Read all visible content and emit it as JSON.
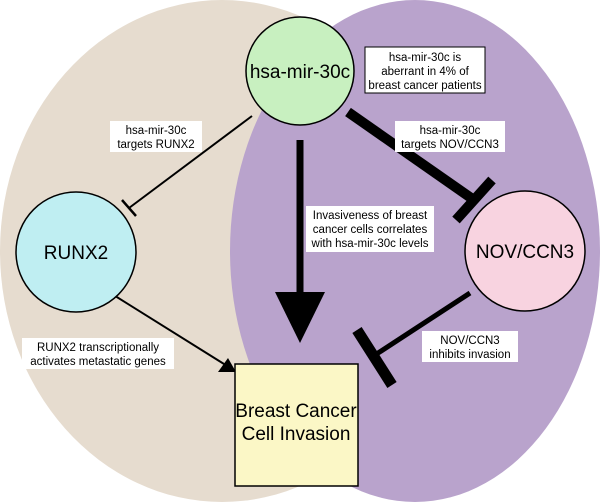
{
  "nodes": {
    "mir": {
      "label": "hsa-mir-30c"
    },
    "runx2": {
      "label": "RUNX2"
    },
    "nov": {
      "label": "NOV/CCN3"
    },
    "invasion": {
      "label_line1": "Breast Cancer",
      "label_line2": "Cell Invasion"
    }
  },
  "annotations": {
    "aberrant": {
      "line1": "hsa-mir-30c is",
      "line2": "aberrant in 4% of",
      "line3": "breast cancer patients"
    },
    "targets_runx2": {
      "line1": "hsa-mir-30c",
      "line2": "targets RUNX2"
    },
    "targets_nov": {
      "line1": "hsa-mir-30c",
      "line2": "targets NOV/CCN3"
    },
    "invasiveness": {
      "line1": "Invasiveness of breast",
      "line2": "cancer cells correlates",
      "line3": "with hsa-mir-30c levels"
    },
    "runx2_activates": {
      "line1": "RUNX2 transcriptionally",
      "line2": "activates metastatic genes"
    },
    "nov_inhibits": {
      "line1": "NOV/CCN3",
      "line2": "inhibits invasion"
    }
  },
  "colors": {
    "left_ellipse": "#e6dccf",
    "right_ellipse": "#b9a3cc",
    "mir_node": "#c8f0c0",
    "runx2_node": "#bfeef2",
    "nov_node": "#f8d3e0",
    "invasion_box": "#fbf7c6"
  }
}
